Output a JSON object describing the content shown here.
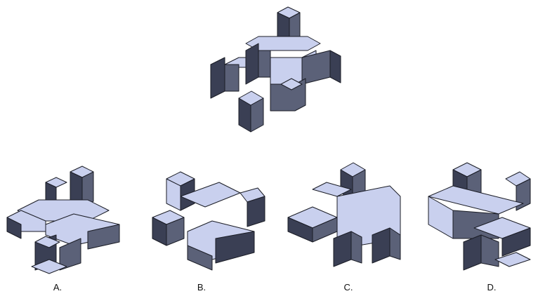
{
  "question": {
    "figure_description": "isometric-block-assembly",
    "face_colors": {
      "top": "#c9d0ee",
      "left": "#3a3f54",
      "right": "#5b6178",
      "edge": "#1b1d26"
    }
  },
  "options": [
    {
      "label": "A."
    },
    {
      "label": "B."
    },
    {
      "label": "C."
    },
    {
      "label": "D."
    }
  ]
}
